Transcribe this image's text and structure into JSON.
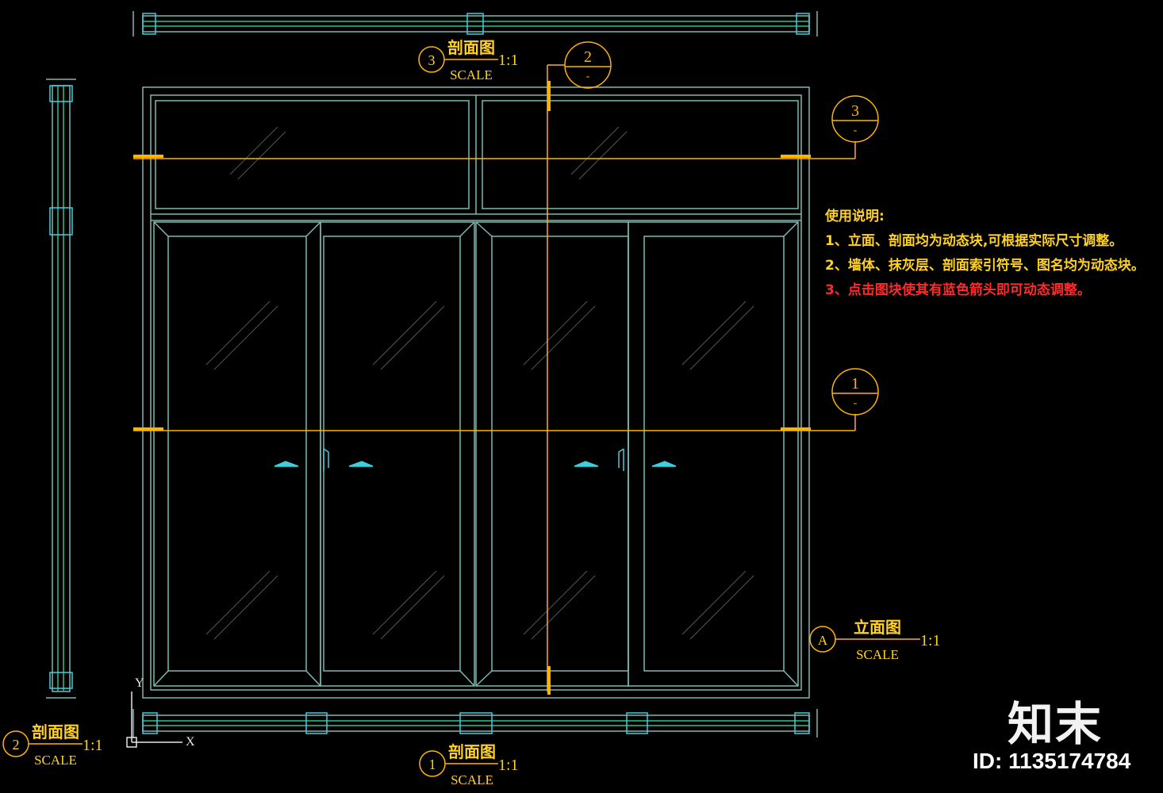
{
  "colors": {
    "background": "#000000",
    "frame": "#7fb8b0",
    "accent_cyan": "#3fd0e0",
    "annotation": "#ffb400",
    "note_text": "#ffd21f",
    "note_warning": "#ff2a2a"
  },
  "sections": {
    "top": {
      "number": "3",
      "title": "剖面图",
      "scale_label": "SCALE",
      "scale": "1:1"
    },
    "left": {
      "number": "2",
      "title": "剖面图",
      "scale_label": "SCALE",
      "scale": "1:1"
    },
    "bottom": {
      "number": "1",
      "title": "剖面图",
      "scale_label": "SCALE",
      "scale": "1:1"
    },
    "elevation": {
      "number": "A",
      "title": "立面图",
      "scale_label": "SCALE",
      "scale": "1:1"
    }
  },
  "callouts": {
    "vertical": {
      "number": "2",
      "sub": "-"
    },
    "upper": {
      "number": "3",
      "sub": "-"
    },
    "middle": {
      "number": "1",
      "sub": "-"
    }
  },
  "notes": {
    "heading": "使用说明:",
    "items": [
      "1、立面、剖面均为动态块,可根据实际尺寸调整。",
      "2、墙体、抹灰层、剖面索引符号、图名均为动态块。",
      "3、点击图块使其有蓝色箭头即可动态调整。"
    ]
  },
  "axes": {
    "y_label": "Y",
    "x_label": "X"
  },
  "brand": {
    "logo_text": "知末",
    "id_text": "ID: 1135174784"
  }
}
